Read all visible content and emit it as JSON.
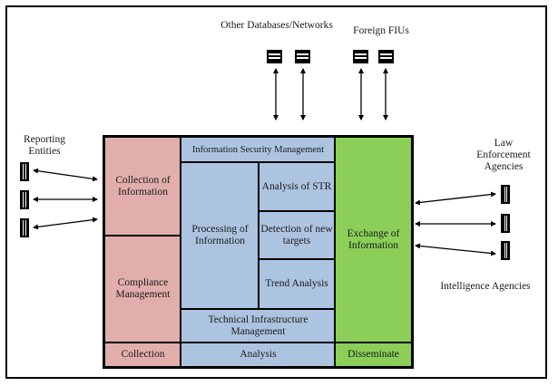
{
  "external": {
    "other_databases": "Other Databases/Networks",
    "foreign_fius": "Foreign FIUs",
    "reporting_entities": "Reporting Entities",
    "law_enforcement": "Law Enforcement Agencies",
    "intelligence": "Intelligence Agencies"
  },
  "blocks": {
    "collection_of_information": "Collection of Information",
    "compliance_management": "Compliance Management",
    "information_security_management": "Information Security Management",
    "processing_of_information": "Processing of Information",
    "analysis_of_str": "Analysis of STR",
    "detection_of_new_targets": "Detection of new targets",
    "trend_analysis": "Trend Analysis",
    "technical_infrastructure_management": "Technical Infrastructure Management",
    "exchange_of_information": "Exchange of Information"
  },
  "phases": {
    "collection": "Collection",
    "analysis": "Analysis",
    "disseminate": "Disseminate"
  },
  "colors": {
    "collection": "#e2aeac",
    "analysis": "#adc4e1",
    "disseminate": "#8bcf59"
  }
}
